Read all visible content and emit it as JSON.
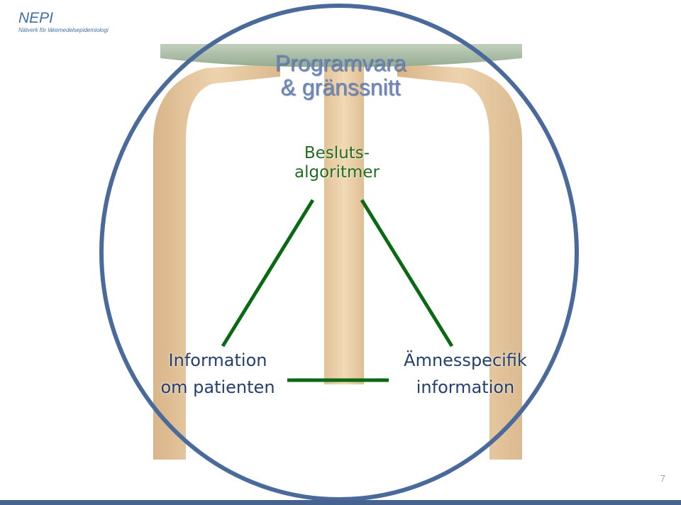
{
  "logo": {
    "title": "NEPI",
    "subtitle": "Nätverk för läkemedelsepidemiologi"
  },
  "diagram": {
    "title_line1": "Programvara",
    "title_line2": "& gränssnitt",
    "top_label_line1": "Besluts-",
    "top_label_line2": "algoritmer",
    "left_label_line1": "Information",
    "left_label_line2": "om patienten",
    "right_label_line1": "Ämnesspecifik",
    "right_label_line2": "information"
  },
  "slide": {
    "page_number": "7"
  },
  "colors": {
    "circle": "#4a6a9c",
    "triangle": "#0a6a14",
    "title_text": "#6b87bb",
    "label_text": "#24406e",
    "top_label_text": "#236d23",
    "wood": "#e4c49a",
    "seat": "#a9bda4",
    "bottom_bar": "#46638f"
  }
}
